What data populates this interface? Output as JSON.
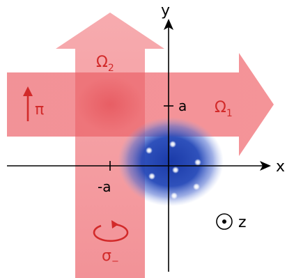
{
  "axes": {
    "x_label": "x",
    "y_label": "y",
    "z_label": "z",
    "x_tick_label": "-a",
    "y_tick_label": "a"
  },
  "beams": {
    "beam_1_label": "Ω",
    "beam_1_subscript": "1",
    "beam_2_label": "Ω",
    "beam_2_subscript": "2",
    "pi_label": "π",
    "sigma_label": "σ",
    "sigma_subscript": "−"
  },
  "colors": {
    "beam_red": "#e8333c",
    "text_red": "#d22a2a",
    "cloud_blue": "#1e3fb0",
    "axis_black": "#000000"
  },
  "icons": {
    "z_axis": "out-of-plane-dot-icon",
    "pi_polarization": "up-arrow-icon",
    "sigma_polarization": "circular-arrow-icon"
  }
}
